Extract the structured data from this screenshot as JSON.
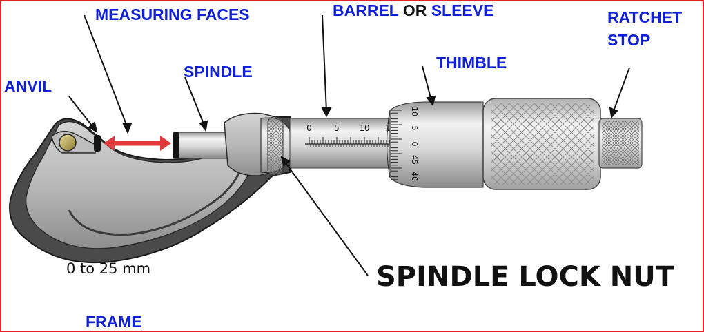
{
  "labels": {
    "measuring_faces": "MEASURING FACES",
    "barrel": "BARREL",
    "or": "OR",
    "sleeve": "SLEEVE",
    "ratchet_line1": "RATCHET",
    "ratchet_line2": "STOP",
    "anvil": "ANVIL",
    "spindle": "SPINDLE",
    "thimble": "THIMBLE",
    "spindle_lock_nut": "SPINDLE LOCK NUT",
    "frame": "FRAME"
  },
  "range_text": "0 to 25 mm",
  "sleeve_scale": [
    "0",
    "5",
    "10",
    "1"
  ],
  "thimble_scale": [
    "10",
    "5",
    "0",
    "45",
    "40"
  ],
  "colors": {
    "label_blue": "#1020d8",
    "border_red": "#e8202a",
    "arrow_red": "#e03a3a"
  }
}
